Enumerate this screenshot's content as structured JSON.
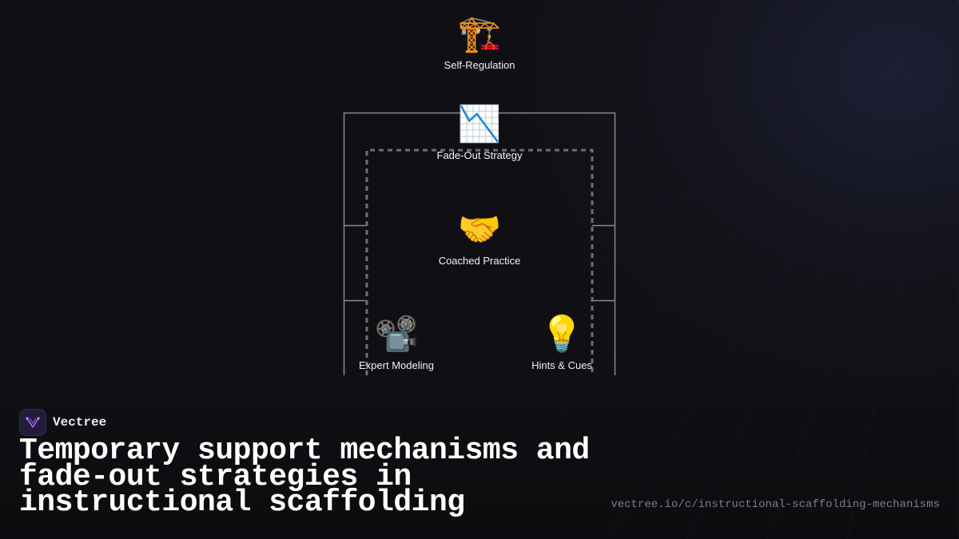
{
  "diagram": {
    "nodes": [
      {
        "id": "self-regulation",
        "icon": "🏗️",
        "icon_name": "construction-crane-icon",
        "label": "Self-Regulation"
      },
      {
        "id": "fade-out-strategy",
        "icon": "📉",
        "icon_name": "chart-decreasing-icon",
        "label": "Fade-Out Strategy"
      },
      {
        "id": "coached-practice",
        "icon": "🤝",
        "icon_name": "handshake-icon",
        "label": "Coached Practice"
      },
      {
        "id": "expert-modeling",
        "icon": "📽️",
        "icon_name": "film-projector-icon",
        "label": "Expert Modeling"
      },
      {
        "id": "hints-cues",
        "icon": "💡",
        "icon_name": "light-bulb-icon",
        "label": "Hints & Cues"
      }
    ],
    "colors": {
      "outer_frame": "#8a8a90",
      "inner_frame": "#6e6e74",
      "background": "#101014"
    }
  },
  "brand": {
    "name": "Vectree",
    "logo_icon": "vectree-logo-icon",
    "accent": "#b26cf0"
  },
  "title": "Temporary support mechanisms and fade-out strategies in instructional scaffolding",
  "url": "vectree.io/c/instructional-scaffolding-mechanisms"
}
